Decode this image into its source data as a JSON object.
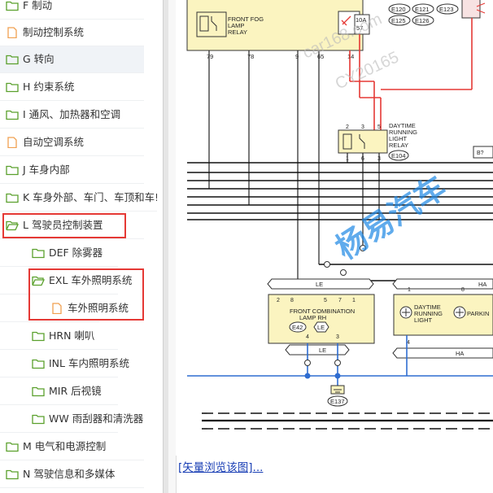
{
  "sidebar": {
    "items": [
      {
        "label": "F 制动",
        "icon": "folder-icon"
      },
      {
        "label": "制动控制系统",
        "icon": "document-icon"
      },
      {
        "label": "G 转向",
        "icon": "folder-icon"
      },
      {
        "label": "H 约束系统",
        "icon": "folder-icon"
      },
      {
        "label": "I 通风、加热器和空调",
        "icon": "folder-icon"
      },
      {
        "label": "自动空调系统",
        "icon": "document-icon"
      },
      {
        "label": "J 车身内部",
        "icon": "folder-icon"
      },
      {
        "label": "K 车身外部、车门、车顶和车!",
        "icon": "folder-icon"
      },
      {
        "label": "L 驾驶员控制装置",
        "icon": "folder-open-icon"
      },
      {
        "label": "DEF 除雾器",
        "icon": "folder-icon"
      },
      {
        "label": "EXL 车外照明系统",
        "icon": "folder-open-icon"
      },
      {
        "label": "车外照明系统",
        "icon": "document-icon"
      },
      {
        "label": "HRN 喇叭",
        "icon": "folder-icon"
      },
      {
        "label": "INL 车内照明系统",
        "icon": "folder-icon"
      },
      {
        "label": "MIR 后视镜",
        "icon": "folder-icon"
      },
      {
        "label": "WW 雨刮器和清洗器",
        "icon": "folder-icon"
      },
      {
        "label": "M 电气和电源控制",
        "icon": "folder-icon"
      },
      {
        "label": "N 驾驶信息和多媒体",
        "icon": "folder-icon"
      }
    ]
  },
  "diagram": {
    "fog_relay_label_1": "FRONT FOG",
    "fog_relay_label_2": "LAMP",
    "fog_relay_label_3": "RELAY",
    "fuse_amp": "10A",
    "fuse_no": "57",
    "conn_e120": "E120",
    "conn_e121": "E121",
    "conn_e123": "E123",
    "conn_e125": "E125",
    "conn_e126": "E126",
    "pin_79": "79",
    "pin_78": "78",
    "pin_9": "9",
    "pin_65": "65",
    "pin_14": "14",
    "drl_relay_1": "DAYTIME",
    "drl_relay_2": "RUNNING",
    "drl_relay_3": "LIGHT",
    "drl_relay_4": "RELAY",
    "drl_conn": "E104",
    "drl_pin_2": "2",
    "drl_pin_3a": "3",
    "drl_pin_5": "5",
    "drl_pin_1": "1",
    "drl_pin_6": "6",
    "drl_pin_3b": "3",
    "conn_b": "B?",
    "bus_le": "LE",
    "bus_ha": "HA",
    "fcl_pin_2": "2",
    "fcl_pin_8": "8",
    "fcl_pin_5": "5",
    "fcl_pin_7": "7",
    "fcl_pin_1": "1",
    "fcl_label_1": "FRONT COMBINATION",
    "fcl_label_2": "LAMP RH",
    "fcl_conn": "E42",
    "fcl_conn_le": "LE",
    "fcl_pin_4": "4",
    "fcl_pin_3": "3",
    "bus_le2": "LE",
    "drl_lamp_1": "DAYTIME",
    "drl_lamp_2": "RUNNING",
    "drl_lamp_3": "LIGHT",
    "parking": "PARKIN",
    "right_pin_1": "1",
    "right_pin_8": "8",
    "right_pin_4": "4",
    "bus_ha2": "HA",
    "ground_conn": "E137",
    "watermark_1": "杨易汽车",
    "watermark_2": "car168.com",
    "watermark_3": "CY20165"
  },
  "link_text": "[矢量浏览该图]..."
}
